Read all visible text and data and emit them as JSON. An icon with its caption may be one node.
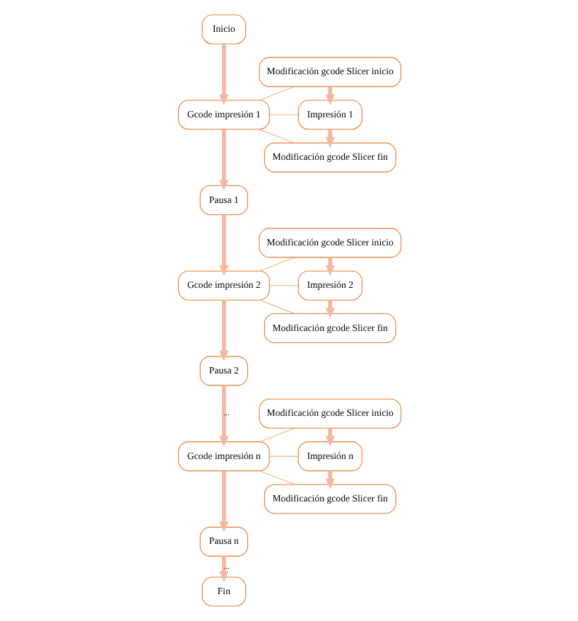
{
  "diagram": {
    "nodes": [
      {
        "text": [
          "Inicio"
        ]
      },
      {
        "text": [
          "Gcode impresión 1"
        ]
      },
      {
        "text": [
          "Modificación gcode Slicer inicio"
        ]
      },
      {
        "text": [
          "Impresión 1"
        ]
      },
      {
        "text": [
          "Modificación gcode Slicer fin"
        ]
      },
      {
        "text": [
          "Pausa 1"
        ]
      },
      {
        "text": [
          "Gcode impresión 2"
        ]
      },
      {
        "text": [
          "Modificación gcode Slicer inicio"
        ]
      },
      {
        "text": [
          "Impresión 2"
        ]
      },
      {
        "text": [
          "Modificación gcode Slicer fin"
        ]
      },
      {
        "text": [
          "Pausa 2"
        ]
      },
      {
        "text": [
          "Gcode impresión n"
        ]
      },
      {
        "text": [
          "Modificación gcode Slicer inicio"
        ]
      },
      {
        "text": [
          "Impresión n"
        ]
      },
      {
        "text": [
          "Modificación gcode Slicer fin"
        ]
      },
      {
        "text": [
          "Pausa n"
        ]
      },
      {
        "text": [
          "Fin"
        ]
      }
    ],
    "edges": [
      {
        "from": 0,
        "to": 1,
        "arrow": "to"
      },
      {
        "from": 1,
        "to": 5,
        "arrow": "to"
      },
      {
        "from": 5,
        "to": 6,
        "arrow": "to"
      },
      {
        "from": 6,
        "to": 10,
        "arrow": "to"
      },
      {
        "from": 10,
        "to": 11,
        "arrow": "to",
        "label": "..."
      },
      {
        "from": 11,
        "to": 15,
        "arrow": "to"
      },
      {
        "from": 15,
        "to": 16,
        "arrow": "to",
        "label": "..."
      },
      {
        "from": 2,
        "to": 3,
        "arrow": "to"
      },
      {
        "from": 3,
        "to": 4,
        "arrow": "to"
      },
      {
        "from": 7,
        "to": 8,
        "arrow": "to"
      },
      {
        "from": 8,
        "to": 9,
        "arrow": "to"
      },
      {
        "from": 12,
        "to": 13,
        "arrow": "to"
      },
      {
        "from": 13,
        "to": 14,
        "arrow": "to"
      },
      {
        "from": 1,
        "to": 2,
        "arrow": "none",
        "color": "#f4b183"
      },
      {
        "from": 1,
        "to": 3,
        "arrow": "none",
        "color": "#f4b183"
      },
      {
        "from": 1,
        "to": 4,
        "arrow": "none",
        "color": "#f4b183"
      },
      {
        "from": 6,
        "to": 7,
        "arrow": "none",
        "color": "#f4b183"
      },
      {
        "from": 6,
        "to": 8,
        "arrow": "none",
        "color": "#f4b183"
      },
      {
        "from": 6,
        "to": 9,
        "arrow": "none",
        "color": "#f4b183"
      },
      {
        "from": 11,
        "to": 12,
        "arrow": "none",
        "color": "#f4b183"
      },
      {
        "from": 11,
        "to": 13,
        "arrow": "none",
        "color": "#f4b183"
      },
      {
        "from": 11,
        "to": 14,
        "arrow": "none",
        "color": "#f4b183"
      }
    ]
  }
}
